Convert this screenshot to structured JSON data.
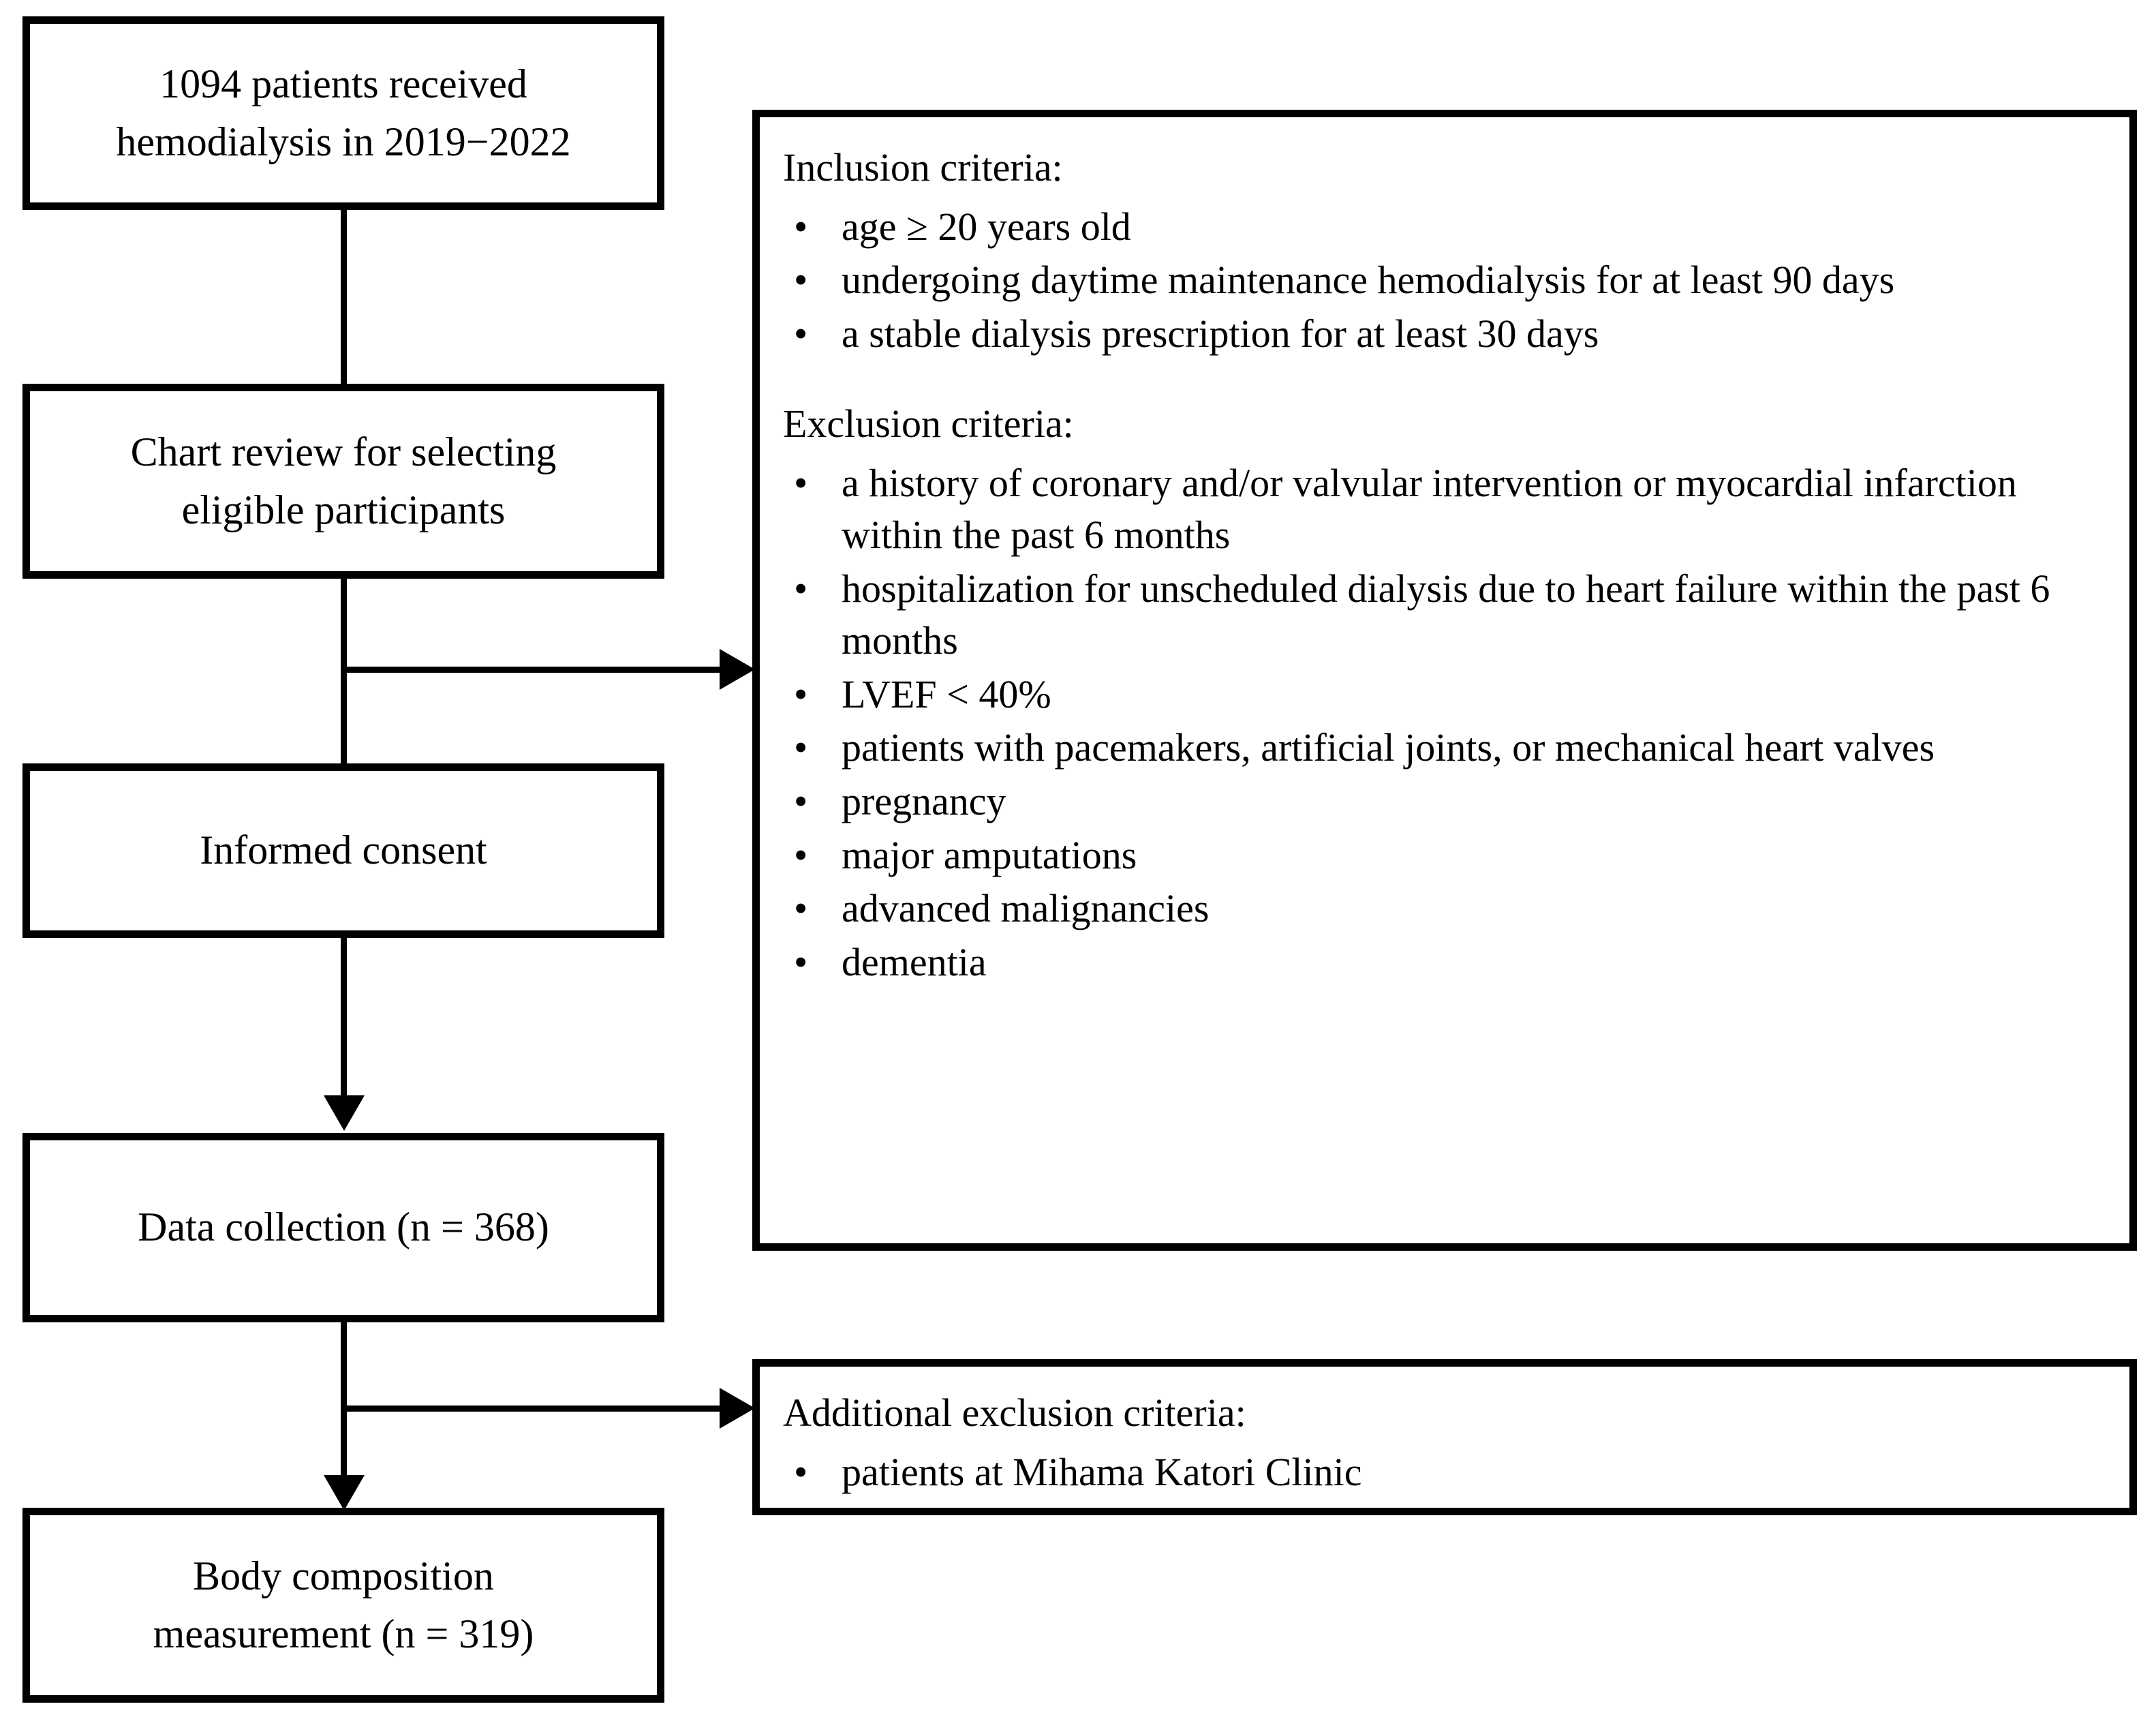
{
  "flow": {
    "boxes": [
      {
        "id": "source-population",
        "text": "1094 patients received\nhemodialysis in  2019−2022"
      },
      {
        "id": "chart-review",
        "text": "Chart review for selecting\neligible participants"
      },
      {
        "id": "informed-consent",
        "text": "Informed consent"
      },
      {
        "id": "data-collection",
        "text": "Data collection (n = 368)"
      },
      {
        "id": "body-composition",
        "text": "Body composition\nmeasurement (n = 319)"
      }
    ]
  },
  "criteria_panel": {
    "inclusion": {
      "heading": "Inclusion criteria:",
      "items": [
        "age ≥ 20 years old",
        "undergoing daytime  maintenance hemodialysis for at least 90 days",
        "a stable dialysis prescription for at least 30 days"
      ]
    },
    "exclusion": {
      "heading": "Exclusion criteria:",
      "items": [
        "a history of coronary and/or valvular intervention or myocardial infarction within the past 6 months",
        "hospitalization for unscheduled dialysis due to heart failure within the past 6 months",
        "LVEF < 40%",
        "patients with pacemakers, artificial joints, or mechanical heart valves",
        "pregnancy",
        "major amputations",
        "advanced malignancies",
        "dementia"
      ]
    }
  },
  "additional_panel": {
    "heading": "Additional exclusion criteria:",
    "items": [
      "patients at Mihama Katori Clinic"
    ]
  },
  "symbols": {
    "bullet": "•"
  },
  "colors": {
    "stroke": "#000000",
    "background": "#ffffff"
  }
}
